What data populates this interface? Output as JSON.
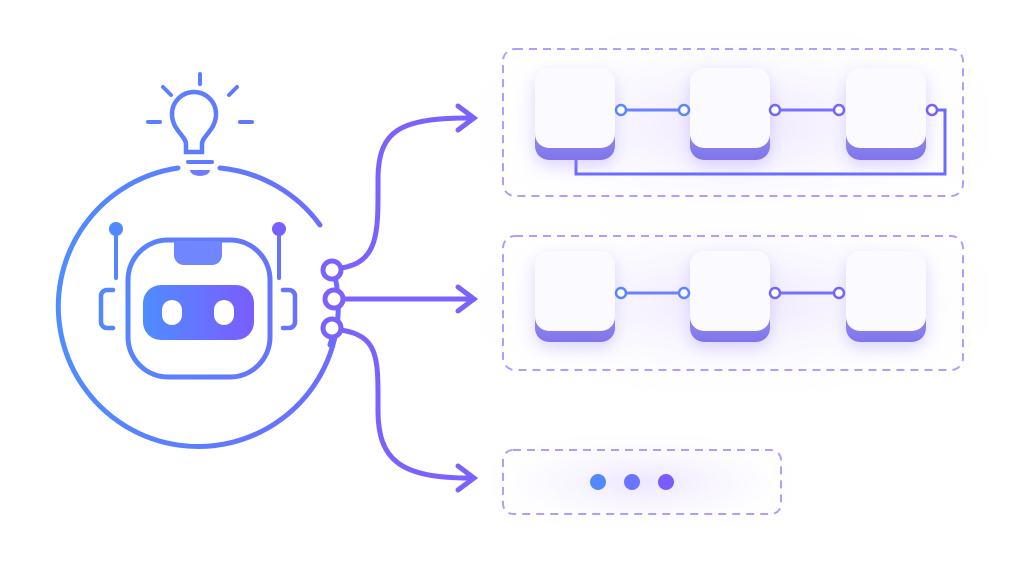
{
  "colors": {
    "start": "#4f8cff",
    "end": "#7b5cff",
    "panel_border": "#b49cff",
    "node_face": "#fbfaff",
    "node_base": "#8f86f0"
  },
  "icons": [
    "lightbulb-icon",
    "robot-icon",
    "arrow-right-icon",
    "ellipsis-icon"
  ],
  "diagram": {
    "branches": 3,
    "workflow_rows": [
      {
        "nodes": 3,
        "loop_back": true
      },
      {
        "nodes": 3,
        "loop_back": false
      }
    ],
    "more_indicator_dots": 3
  }
}
